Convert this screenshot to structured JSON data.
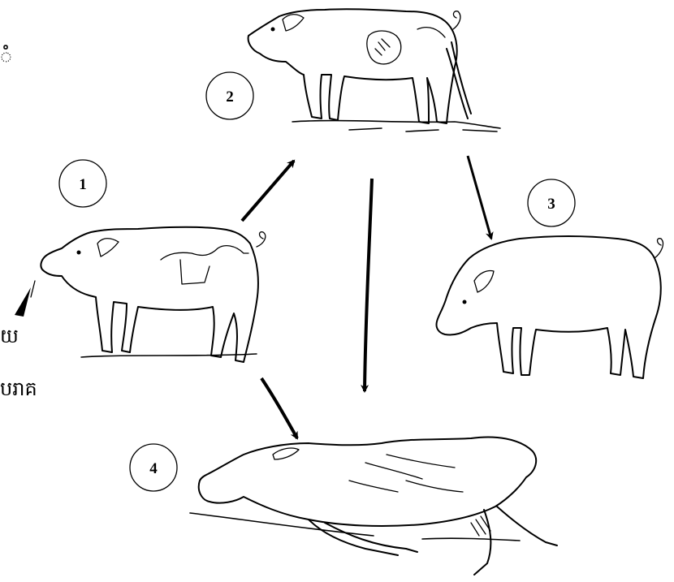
{
  "left_labels": {
    "line1": "ំ",
    "line2": "យ",
    "line3": "បរាគ"
  },
  "stages": [
    {
      "id": "stage-1",
      "number": "1"
    },
    {
      "id": "stage-2",
      "number": "2"
    },
    {
      "id": "stage-3",
      "number": "3"
    },
    {
      "id": "stage-4",
      "number": "4"
    }
  ]
}
